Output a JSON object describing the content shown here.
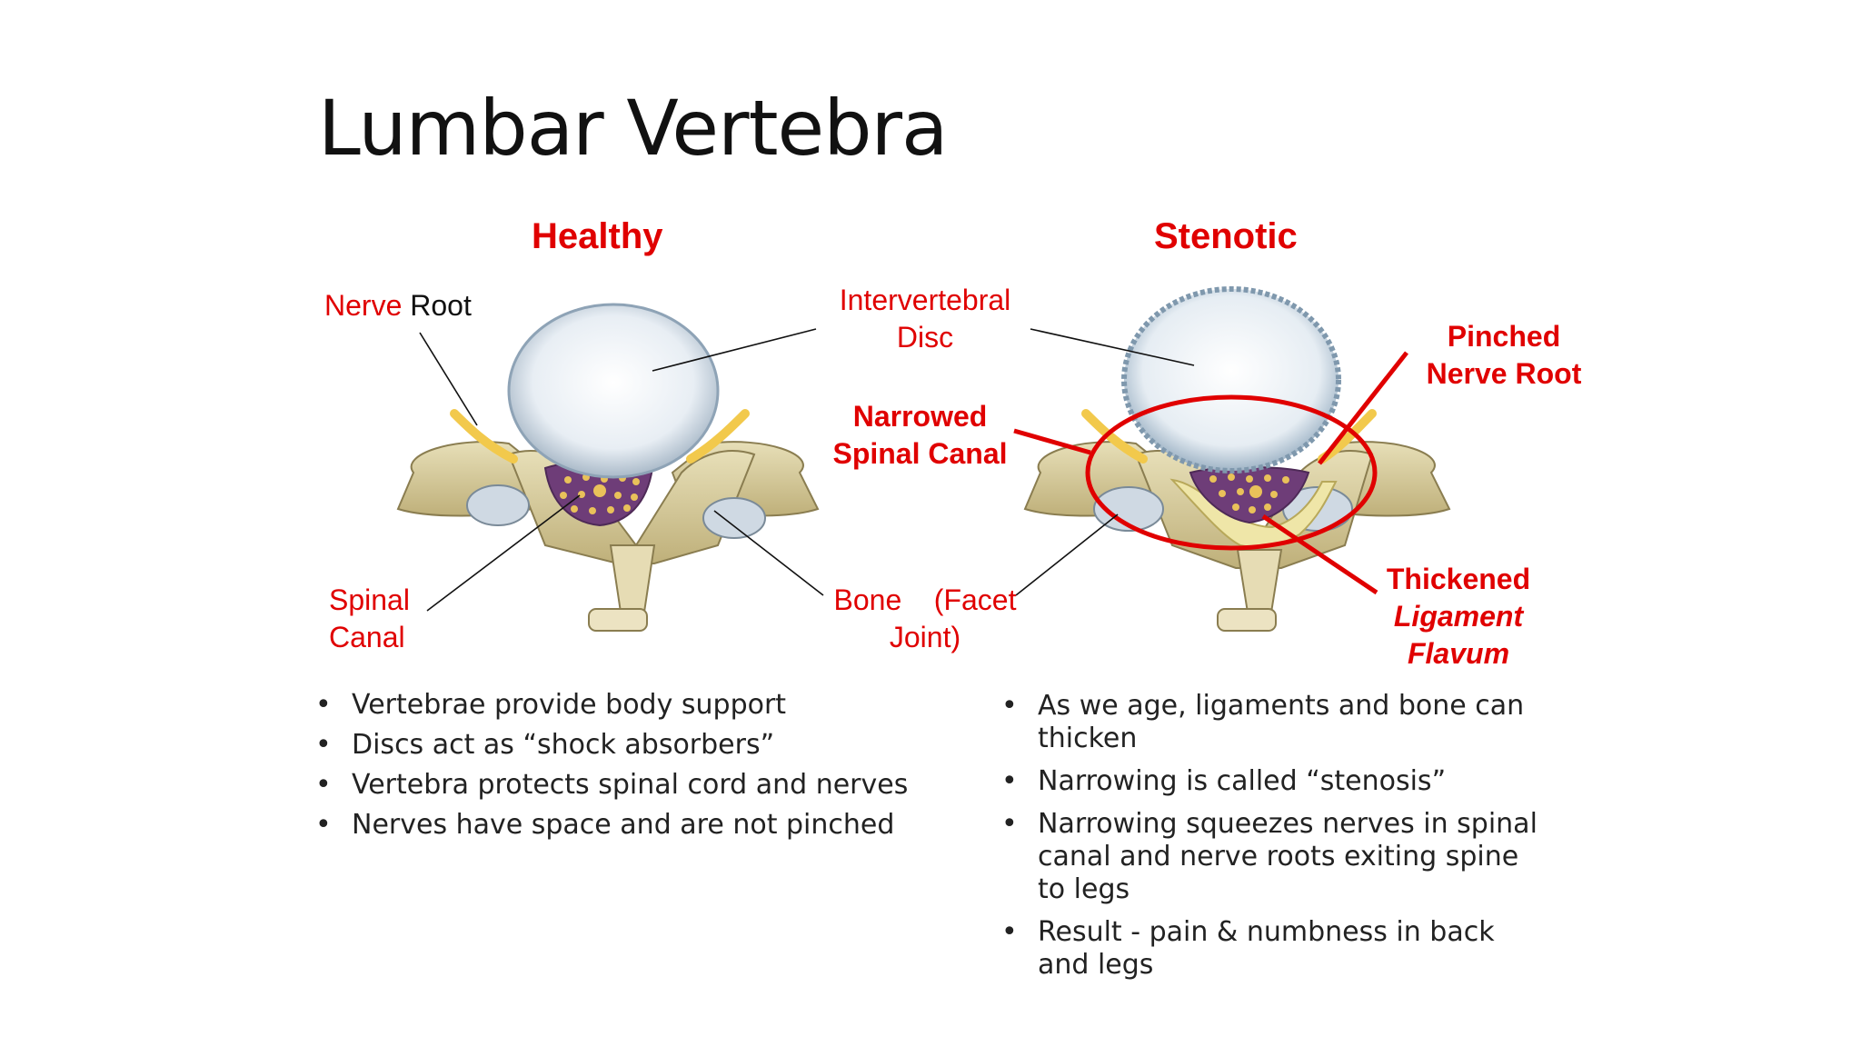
{
  "slide": {
    "title": "Lumbar Vertebra",
    "left_panel": {
      "heading": "Healthy",
      "labels": {
        "nerve_root_red": "Nerve",
        "nerve_root_black": "Root",
        "intervertebral_line1": "Intervertebral",
        "intervertebral_line2": "Disc",
        "spinal_canal_line1": "Spinal",
        "spinal_canal_line2": "Canal",
        "bone_facet_line1": "Bone    (Facet",
        "bone_facet_line2": "Joint)"
      },
      "bullets": [
        "Vertebrae provide body support",
        "Discs act as “shock absorbers”",
        "Vertebra protects spinal cord and nerves",
        "Nerves have space and are not pinched"
      ]
    },
    "right_panel": {
      "heading": "Stenotic",
      "labels": {
        "pinched_line1": "Pinched",
        "pinched_line2": "Nerve Root",
        "narrowed_line1": "Narrowed",
        "narrowed_line2": "Spinal Canal",
        "thickened_line1": "Thickened",
        "thickened_line2": "Ligament",
        "thickened_line3": "Flavum"
      },
      "bullets": [
        "As we age, ligaments and bone can thicken",
        "Narrowing is called “stenosis”",
        "Narrowing squeezes nerves in spinal canal and nerve roots exiting spine to legs",
        "Result - pain & numbness in back and legs"
      ]
    },
    "colors": {
      "accent_red": "#e00000",
      "bone": "#ddd3a8",
      "disc": "#e4ecf3",
      "canal": "#6e3d78",
      "nerve": "#f2c94c"
    }
  }
}
